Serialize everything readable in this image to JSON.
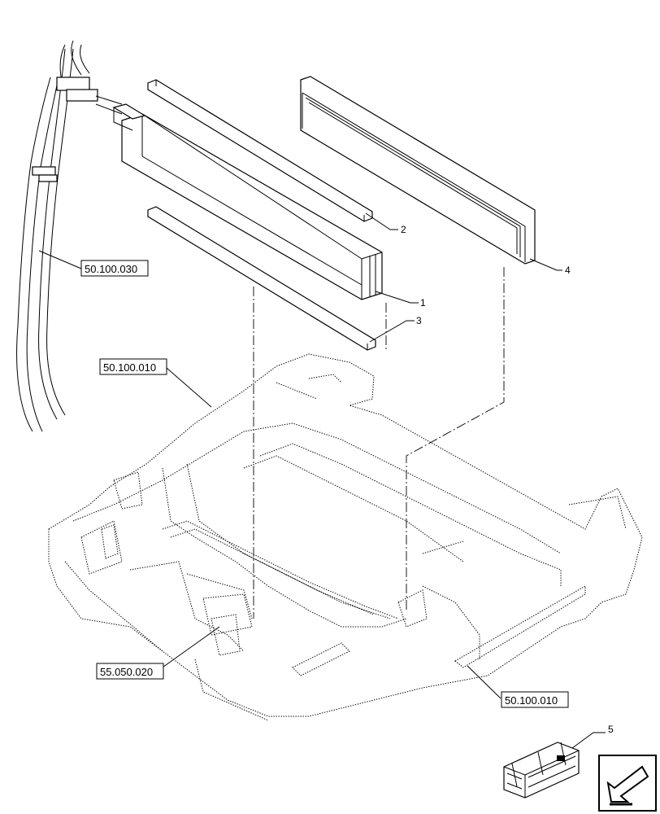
{
  "callouts": {
    "item1": "1",
    "item2": "2",
    "item3": "3",
    "item4": "4",
    "item5": "5"
  },
  "references": {
    "ref_hoses": "50.100.030",
    "ref_cab_top": "50.100.010",
    "ref_cab_bottom": "50.100.010",
    "ref_electrical": "55.050.020"
  },
  "icons": {
    "kit_box": "crate-icon",
    "navigation": "arrow-down-left-icon"
  }
}
